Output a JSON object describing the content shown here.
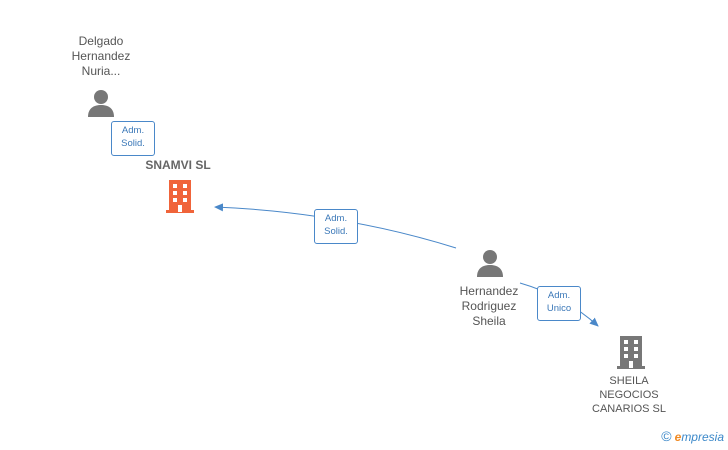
{
  "nodes": {
    "person_delgado": {
      "label_lines": [
        "Delgado",
        "Hernandez",
        "Nuria..."
      ],
      "icon": "person-icon",
      "color": "#777777"
    },
    "company_snamvi": {
      "label_lines": [
        "SNAMVI  SL"
      ],
      "icon": "building-icon",
      "color": "#f0643a"
    },
    "person_hernandez": {
      "label_lines": [
        "Hernandez",
        "Rodriguez",
        "Sheila"
      ],
      "icon": "person-icon",
      "color": "#777777"
    },
    "company_sheila": {
      "label_lines": [
        "SHEILA",
        "NEGOCIOS",
        "CANARIOS SL"
      ],
      "icon": "building-icon",
      "color": "#777777"
    }
  },
  "edges": {
    "delgado_to_snamvi": {
      "role_lines": [
        "Adm.",
        "Solid."
      ]
    },
    "hernandez_to_snamvi": {
      "role_lines": [
        "Adm.",
        "Solid."
      ]
    },
    "hernandez_to_sheila": {
      "role_lines": [
        "Adm.",
        "Unico"
      ]
    }
  },
  "colors": {
    "edge": "#4a88c9",
    "badge_text": "#3b78b8"
  },
  "footer": {
    "copyright": "©",
    "brand_first": "e",
    "brand_rest": "mpresia"
  }
}
